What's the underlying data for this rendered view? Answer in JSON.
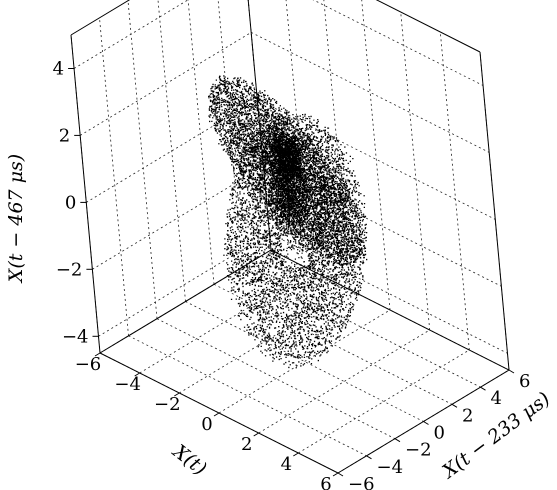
{
  "chart_data": {
    "type": "scatter",
    "subtype": "3d-phase-space-attractor",
    "title": "",
    "axes": {
      "x": {
        "label": "X(t)",
        "range": [
          -6,
          6
        ],
        "ticks": [
          -6,
          -4,
          -2,
          0,
          2,
          4,
          6
        ]
      },
      "y": {
        "label": "X(t − 233 μs)",
        "range": [
          -6,
          6
        ],
        "ticks": [
          -6,
          -4,
          -2,
          0,
          2,
          4,
          6
        ]
      },
      "z": {
        "label": "X(t − 467 μs)",
        "range": [
          -4.5,
          5
        ],
        "ticks": [
          -4,
          -2,
          0,
          2,
          4
        ]
      }
    },
    "grid": true,
    "marker_color": "#000000",
    "lobes": [
      {
        "center_x": -1.5,
        "center_y": 2.0,
        "center_z": -1.8,
        "inner_radius": 0.8,
        "outer_radius": 3.6
      },
      {
        "center_x": 1.5,
        "center_y": -2.0,
        "center_z": 2.2,
        "inner_radius": 0.8,
        "outer_radius": 3.6
      }
    ]
  }
}
